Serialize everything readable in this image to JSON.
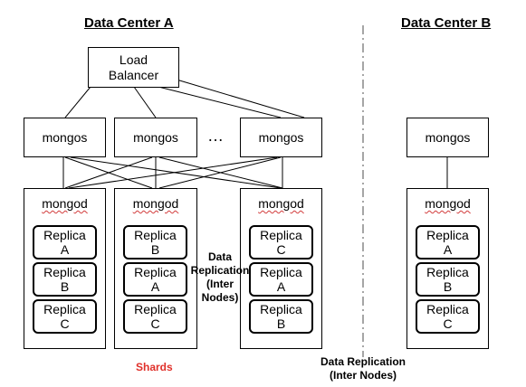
{
  "titles": {
    "dc_a": "Data Center A",
    "dc_b": "Data Center B"
  },
  "load_balancer": {
    "line1": "Load",
    "line2": "Balancer"
  },
  "mongos_label": "mongos",
  "ellipsis": "…",
  "mongod_label": "mongod",
  "shards_a": [
    {
      "replicas": [
        {
          "line1": "Replica",
          "line2": "A"
        },
        {
          "line1": "Replica",
          "line2": "B"
        },
        {
          "line1": "Replica",
          "line2": "C"
        }
      ]
    },
    {
      "replicas": [
        {
          "line1": "Replica",
          "line2": "B"
        },
        {
          "line1": "Replica",
          "line2": "A"
        },
        {
          "line1": "Replica",
          "line2": "C"
        }
      ]
    },
    {
      "replicas": [
        {
          "line1": "Replica",
          "line2": "C"
        },
        {
          "line1": "Replica",
          "line2": "A"
        },
        {
          "line1": "Replica",
          "line2": "B"
        }
      ]
    }
  ],
  "shard_b": {
    "replicas": [
      {
        "line1": "Replica",
        "line2": "A"
      },
      {
        "line1": "Replica",
        "line2": "B"
      },
      {
        "line1": "Replica",
        "line2": "C"
      }
    ]
  },
  "notes": {
    "intra_lines": [
      "Data",
      "Replication",
      "(Inter",
      "Nodes)"
    ],
    "inter_lines": [
      "Data Replication",
      "(Inter Nodes)"
    ],
    "shards": "Shards"
  },
  "colors": {
    "shards_label": "#e0302a",
    "squiggle": "#d23b3b"
  }
}
